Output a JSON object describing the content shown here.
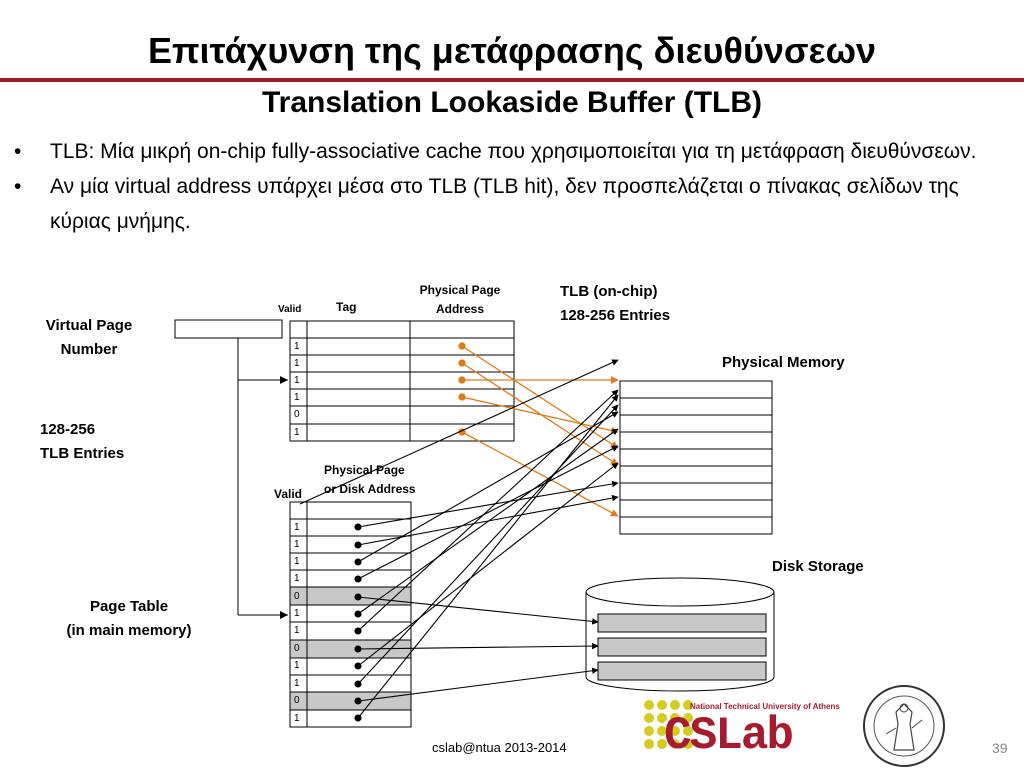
{
  "title": "Επιτάχυνση της μετάφρασης διευθύνσεων",
  "subtitle": "Translation Lookaside Buffer (TLB)",
  "bullets": [
    "TLB: Μία μικρή on-chip fully-associative cache που χρησιμοποιείται για τη μετάφραση διευθύνσεων.",
    "Αν μία virtual address υπάρχει μέσα στο TLB  (TLB hit), δεν προσπελάζεται ο πίνακας σελίδων της κύριας μνήμης."
  ],
  "bullet_symbol": "•",
  "diagram": {
    "virtual_page_number": "Virtual Page\nNumber",
    "tlb_entries_label": "128-256\nTLB  Entries",
    "tlb_valid_header": "Valid",
    "tlb_tag_header": "Tag",
    "tlb_ppa_header": "Physical Page\nAddress",
    "tlb_caption_1": "TLB  (on-chip)",
    "tlb_caption_2": "128-256  Entries",
    "physical_memory": "Physical Memory",
    "pt_ppa_header": "Physical Page\nor Disk Address",
    "pt_valid_header": "Valid",
    "page_table_label": "Page Table\n(in main memory)",
    "disk_storage": "Disk Storage",
    "tlb_valid_bits": [
      "1",
      "1",
      "1",
      "1",
      "0",
      "1"
    ],
    "pt_valid_bits": [
      "1",
      "1",
      "1",
      "1",
      "0",
      "1",
      "1",
      "0",
      "1",
      "1",
      "0",
      "1"
    ]
  },
  "colors": {
    "accent_red": "#a61c2e",
    "arrow_orange": "#e07b17",
    "invalid_gray": "#c8c8c8"
  },
  "footer": "cslab@ntua 2013-2014",
  "page_number": "39",
  "logo": {
    "name": "CSLab",
    "tagline": "National Technical University of Athens"
  }
}
